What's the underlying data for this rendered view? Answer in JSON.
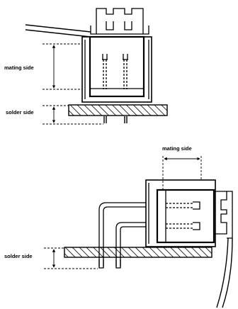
{
  "labels": {
    "mating_side_top": "mating side",
    "solder_side_top": "solder side",
    "mating_side_bottom": "mating side",
    "solder_side_bottom": "solder side"
  },
  "colors": {
    "stroke": "#000000",
    "background": "#ffffff"
  }
}
